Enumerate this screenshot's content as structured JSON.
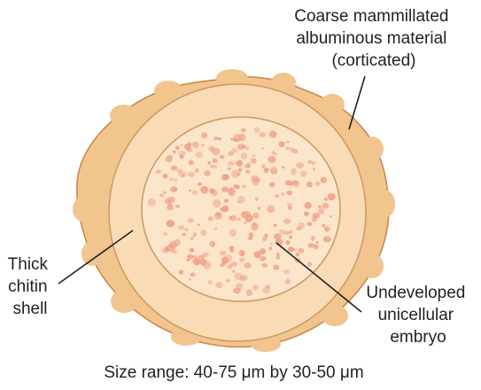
{
  "labels": {
    "albuminous": [
      "Coarse mammillated",
      "albuminous material",
      "(corticated)"
    ],
    "shell": [
      "Thick",
      "chitin",
      "shell"
    ],
    "embryo": [
      "Undeveloped",
      "unicellular",
      "embryo"
    ]
  },
  "caption": "Size range: 40-75 μm by 30-50 μm",
  "colors": {
    "outer_coat": "#f2c48e",
    "outer_coat_edge": "#c98a4c",
    "shell": "#f9dcb6",
    "shell_edge": "#cf9a64",
    "embryo": "#fbe6cc",
    "granule": "#ef9f85",
    "text": "#231f20"
  }
}
